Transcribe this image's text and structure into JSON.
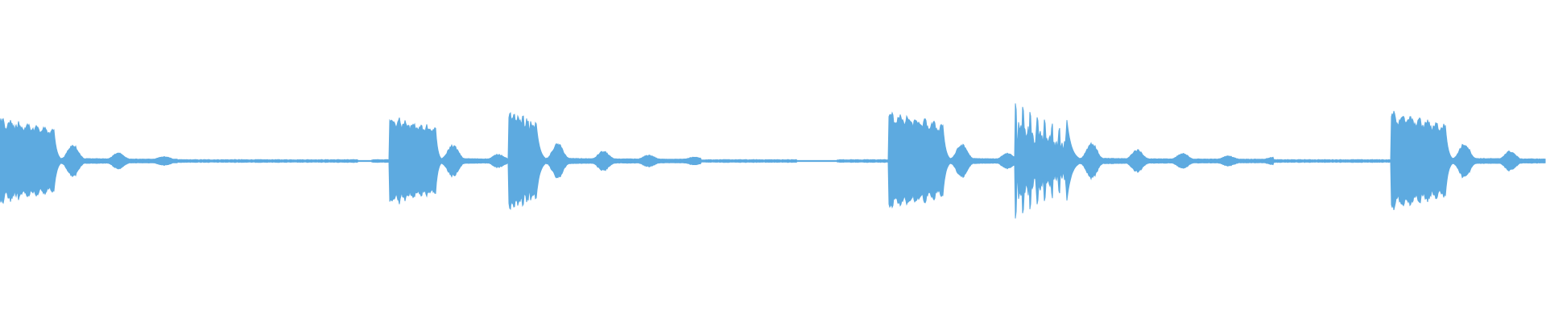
{
  "waveform": {
    "color": "#5DAAE0",
    "background": "#FFFFFF",
    "events": [
      {
        "start": 0.0,
        "attack": 0.0,
        "sustainEnd": 0.035,
        "peak": 0.42,
        "decay": 0.16,
        "tail": 0.06,
        "kind": "tone"
      },
      {
        "start": 0.252,
        "attack": 0.252,
        "sustainEnd": 0.282,
        "peak": 0.44,
        "decay": 0.14,
        "tail": 0.05,
        "kind": "tone"
      },
      {
        "start": 0.329,
        "attack": 0.329,
        "sustainEnd": 0.347,
        "peak": 0.5,
        "decay": 0.22,
        "tail": 0.08,
        "kind": "tone"
      },
      {
        "start": 0.575,
        "attack": 0.575,
        "sustainEnd": 0.61,
        "peak": 0.48,
        "decay": 0.16,
        "tail": 0.06,
        "kind": "tone"
      },
      {
        "start": 0.657,
        "attack": 0.657,
        "sustainEnd": 0.69,
        "peak": 0.55,
        "decay": 0.28,
        "tail": 0.1,
        "kind": "clicks"
      },
      {
        "start": 0.9,
        "attack": 0.9,
        "sustainEnd": 0.935,
        "peak": 0.48,
        "decay": 0.16,
        "tail": 0.08,
        "kind": "tone"
      }
    ]
  }
}
